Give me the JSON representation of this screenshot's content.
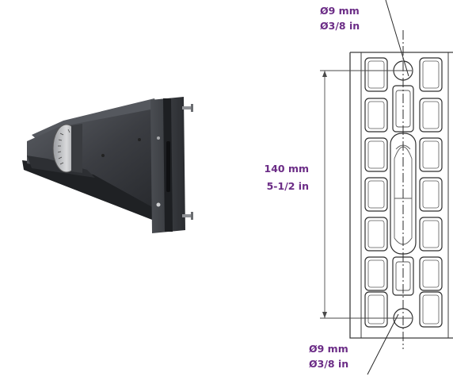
{
  "colors": {
    "label": "#6b2c86",
    "bracket_dark": "#3d3f44",
    "plate_outline": "#3c3c3c"
  },
  "hole_label_top": {
    "metric": "Ø9 mm",
    "imperial": "Ø3/8 in"
  },
  "hole_label_bottom": {
    "metric": "Ø9 mm",
    "imperial": "Ø3/8 in"
  },
  "spacing_label": {
    "metric": "140 mm",
    "imperial": "5-1/2 in"
  }
}
